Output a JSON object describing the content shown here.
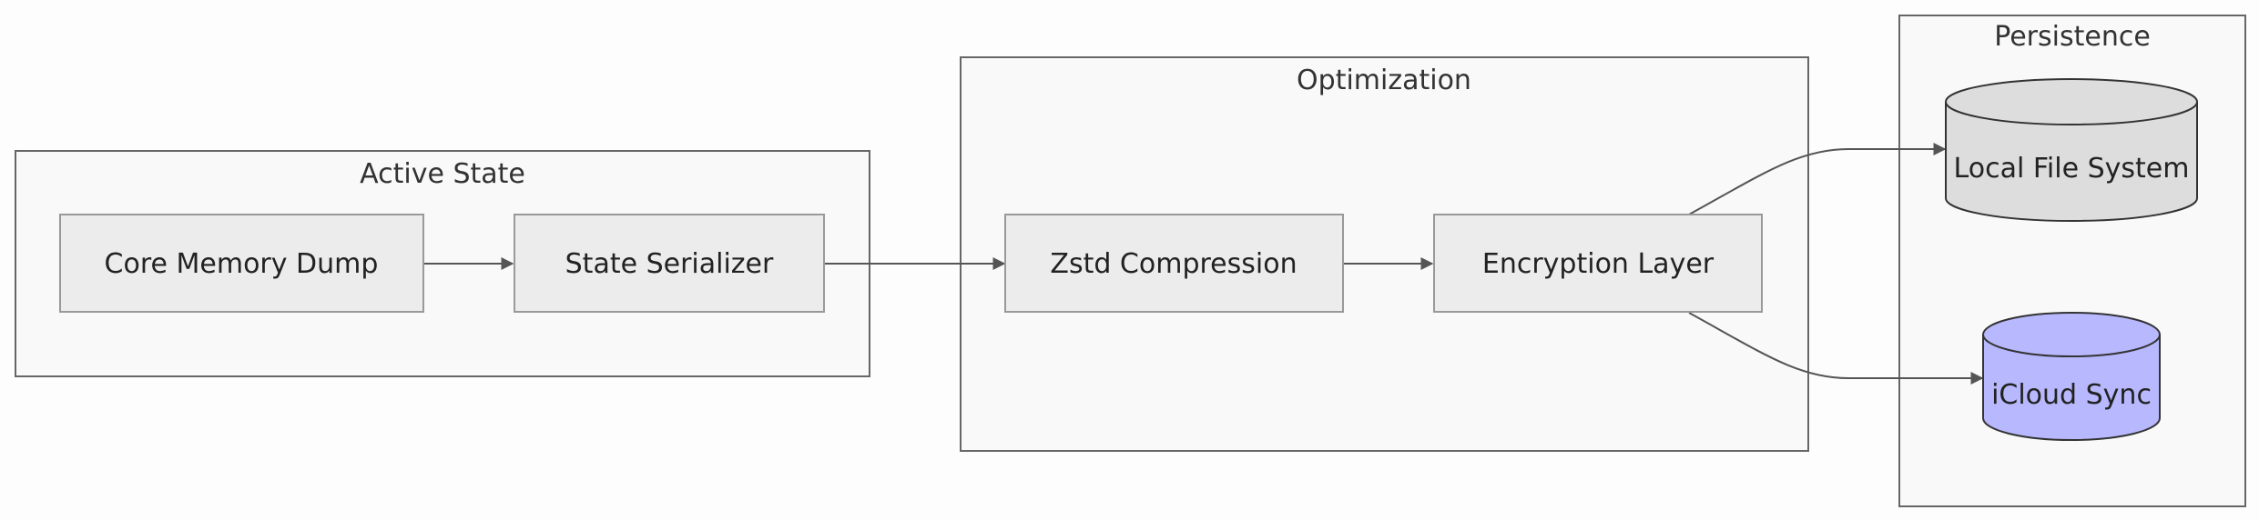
{
  "diagram": {
    "groups": [
      {
        "id": "active",
        "title": "Active State"
      },
      {
        "id": "optimization",
        "title": "Optimization"
      },
      {
        "id": "persistence",
        "title": "Persistence"
      }
    ],
    "nodes": [
      {
        "id": "core",
        "label": "Core Memory Dump",
        "shape": "rect"
      },
      {
        "id": "serializer",
        "label": "State Serializer",
        "shape": "rect"
      },
      {
        "id": "zstd",
        "label": "Zstd Compression",
        "shape": "rect"
      },
      {
        "id": "encryption",
        "label": "Encryption Layer",
        "shape": "rect"
      },
      {
        "id": "localfs",
        "label": "Local File System",
        "shape": "cylinder"
      },
      {
        "id": "icloud",
        "label": "iCloud Sync",
        "shape": "cylinder"
      }
    ],
    "edges": [
      {
        "from": "core",
        "to": "serializer"
      },
      {
        "from": "serializer",
        "to": "zstd"
      },
      {
        "from": "zstd",
        "to": "encryption"
      },
      {
        "from": "encryption",
        "to": "localfs"
      },
      {
        "from": "encryption",
        "to": "icloud"
      }
    ]
  },
  "colors": {
    "background": "#fdfdfd",
    "group_fill": "#f9f9f9",
    "group_stroke": "#666666",
    "node_fill": "#ececec",
    "node_stroke": "#999999",
    "localfs_fill": "#dddddd",
    "icloud_fill": "#b8b8ff",
    "edge": "#555555"
  }
}
